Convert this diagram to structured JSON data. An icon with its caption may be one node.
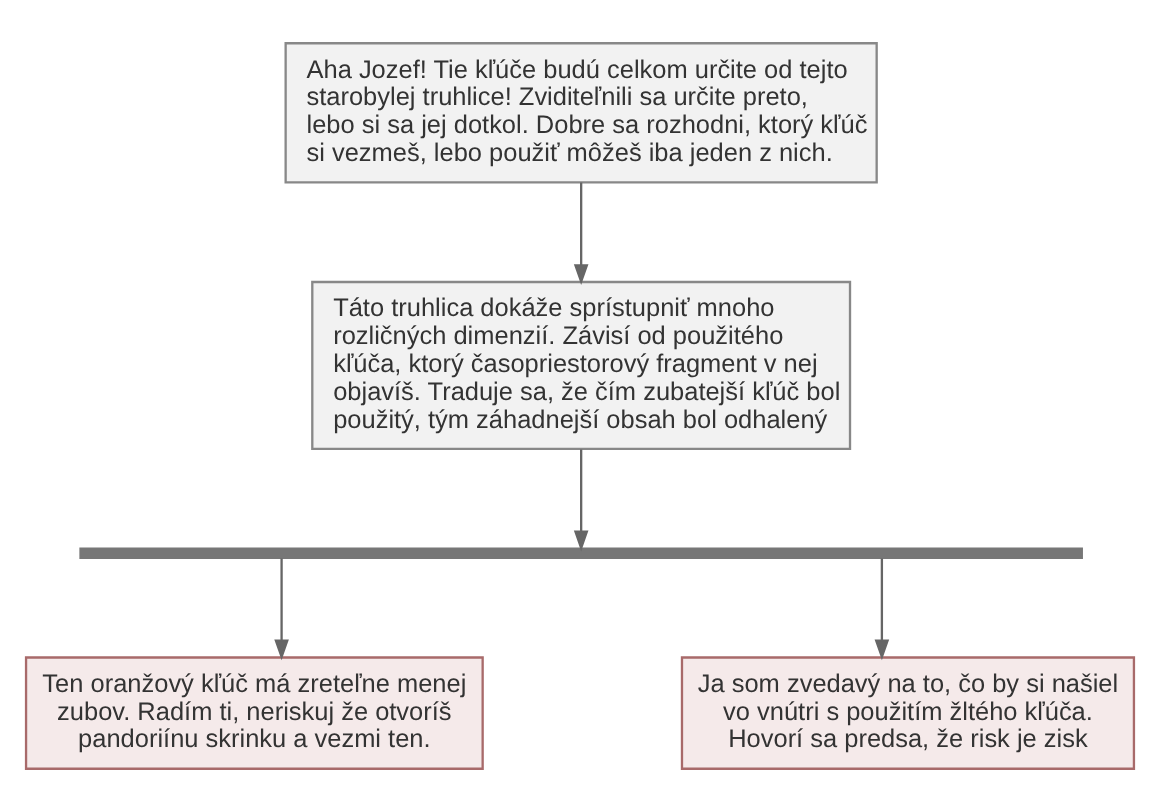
{
  "diagram": {
    "nodes": [
      {
        "text": [
          "Aha Jozef! Tie kľúče budú celkom určite od tejto starobylej truhlice! Zviditeľnili sa určite preto, lebo si sa jej dotkol. Dobre sa rozhodni, ktorý kľúč si vezmeš, lebo použiť môžeš iba jeden z nich."
        ]
      },
      {
        "text": [
          "Táto truhlica dokáže sprístupniť mnoho rozličných dimenzií. Závisí od použitého kľúča, ktorý časopriestorový fragment v nej objavíš. Traduje sa, že čím zubatejší kľúč bol použitý, tým záhadnejší obsah bol odhalený"
        ]
      },
      {
        "text": [],
        "shape": "bar"
      },
      {
        "text": [
          "Ten oranžový kľúč má zreteľne menej zubov. Radím ti, neriskuj že otvoríš pandoriínu skrinku a vezmi ten."
        ]
      },
      {
        "text": [
          "Ja som zvedavý na to, čo by si našiel vo vnútri s použitím žltého kľúča. Hovorí sa predsa, že risk je zisk"
        ]
      }
    ],
    "edges": [
      {
        "from": 0,
        "to": 1,
        "arrow": "to"
      },
      {
        "from": 1,
        "to": 2,
        "arrow": "to"
      },
      {
        "from": 2,
        "to": 3,
        "arrow": "to"
      },
      {
        "from": 2,
        "to": 4,
        "arrow": "to"
      }
    ]
  }
}
